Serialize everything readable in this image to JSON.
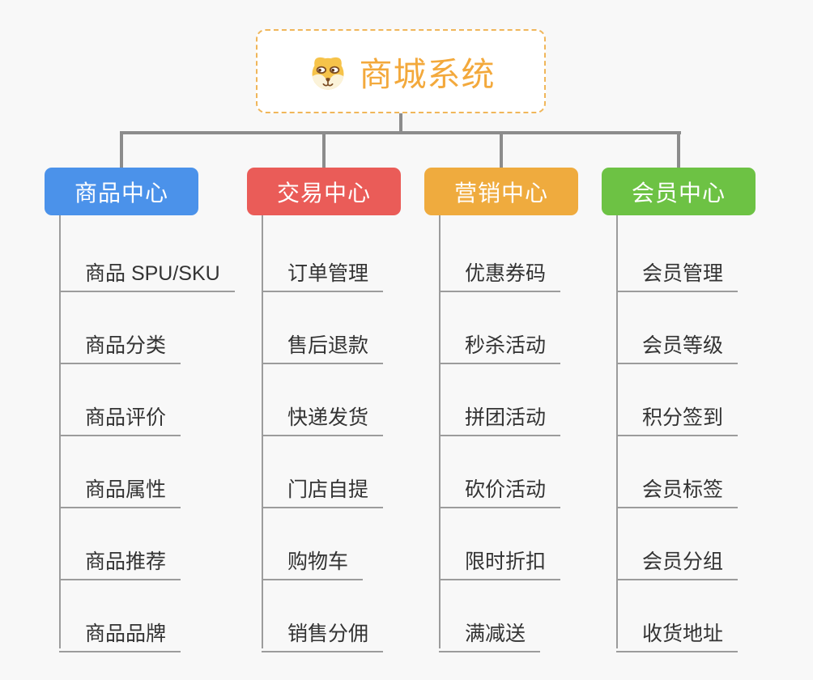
{
  "page": {
    "background": "#f8f8f8"
  },
  "root": {
    "title": "商城系统",
    "icon": "shiba-dog-icon",
    "text_color": "#f3a93c",
    "border_color": "#f0b65a"
  },
  "connector_color": "#8c8c8c",
  "leaf_line_color": "#9c9c9c",
  "leaf_text_color": "#333333",
  "branches": [
    {
      "label": "商品中心",
      "color": "#4b92ea",
      "children": [
        "商品 SPU/SKU",
        "商品分类",
        "商品评价",
        "商品属性",
        "商品推荐",
        "商品品牌"
      ]
    },
    {
      "label": "交易中心",
      "color": "#ea5c58",
      "children": [
        "订单管理",
        "售后退款",
        "快递发货",
        "门店自提",
        "购物车",
        "销售分佣"
      ]
    },
    {
      "label": "营销中心",
      "color": "#efab3e",
      "children": [
        "优惠券码",
        "秒杀活动",
        "拼团活动",
        "砍价活动",
        "限时折扣",
        "满减送"
      ]
    },
    {
      "label": "会员中心",
      "color": "#6dc244",
      "children": [
        "会员管理",
        "会员等级",
        "积分签到",
        "会员标签",
        "会员分组",
        "收货地址"
      ]
    }
  ]
}
